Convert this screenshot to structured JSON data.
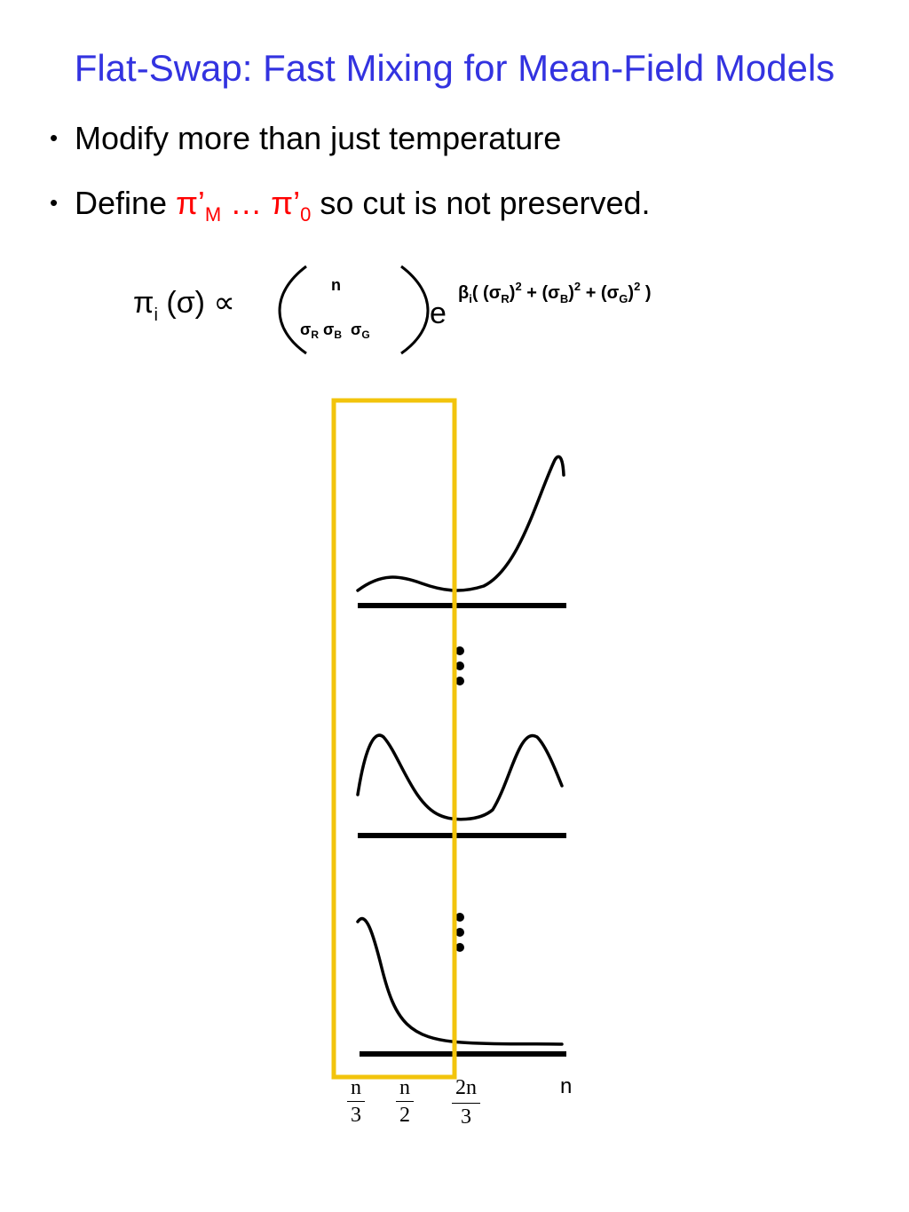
{
  "title": "Flat-Swap: Fast Mixing for Mean-Field Models",
  "colors": {
    "title": "#3333e0",
    "highlight": "#ff0000",
    "window_box": "#f2c40c",
    "ink": "#000000"
  },
  "bullets": {
    "b1": {
      "text": "Modify more than just temperature"
    },
    "b2": {
      "prefix": "Define ",
      "pi_M": "π’",
      "sub_M": "M",
      "ellipsis": " … ",
      "pi_0": "π’",
      "sub_0": "0",
      "suffix": " so cut is not preserved."
    }
  },
  "formula": {
    "pi": "π",
    "sub_i": "i",
    "sigma": "(σ)",
    "propto": "∝",
    "binom_top": "n",
    "sigma_r": "σ",
    "sub_r": "R",
    "sigma_b": "σ",
    "sub_b": "B",
    "sigma_g": "σ",
    "sub_g": "G",
    "e": "e",
    "exp": {
      "beta": "β",
      "sub_i": "i",
      "open": "( (σ",
      "sub_r": "R",
      "close_r": ")",
      "pow1": "2",
      "plus_b": " + (σ",
      "sub_b": "B",
      "close_b": ")",
      "pow2": "2",
      "plus_g": " + (σ",
      "sub_g": "G",
      "close_g": ")",
      "pow3": "2",
      "close": " )"
    }
  },
  "axis": {
    "tick1_num": "n",
    "tick1_den": "3",
    "tick2_num": "n",
    "tick2_den": "2",
    "tick3_num": "2n",
    "tick3_den": "3",
    "end_label": "n"
  }
}
